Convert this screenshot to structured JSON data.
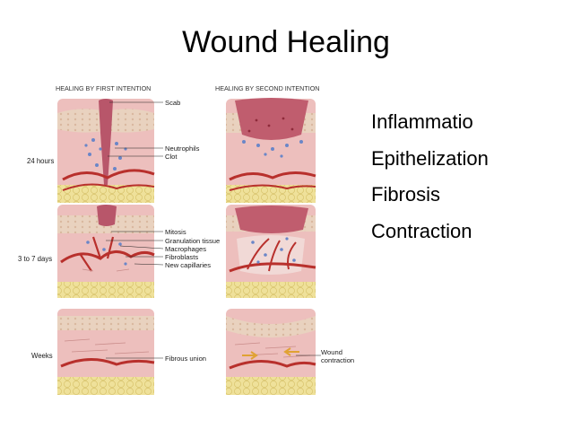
{
  "slide": {
    "title": "Wound Healing",
    "bullets": [
      "Inflammatio",
      "Epithelization",
      "Fibrosis",
      "Contraction"
    ]
  },
  "figure": {
    "columns": [
      "HEALING BY FIRST INTENTION",
      "HEALING BY SECOND INTENTION"
    ],
    "rows": [
      "24 hours",
      "3 to 7 days",
      "Weeks"
    ],
    "labels": {
      "row1": [
        "Scab",
        "Neutrophils",
        "Clot"
      ],
      "row2": [
        "Mitosis",
        "Granulation tissue",
        "Macrophages",
        "Fibroblasts",
        "New capillaries"
      ],
      "row3": [
        "Fibrous union"
      ],
      "row3_right": [
        "Wound",
        "contraction"
      ]
    },
    "colors": {
      "epidermis": "#e9d2bf",
      "dermis": "#edbfbd",
      "fat": "#efe19a",
      "vessel": "#b8302c",
      "scab": "#b8566a",
      "cell": "#6a86c8",
      "arrow": "#e0a233"
    }
  }
}
